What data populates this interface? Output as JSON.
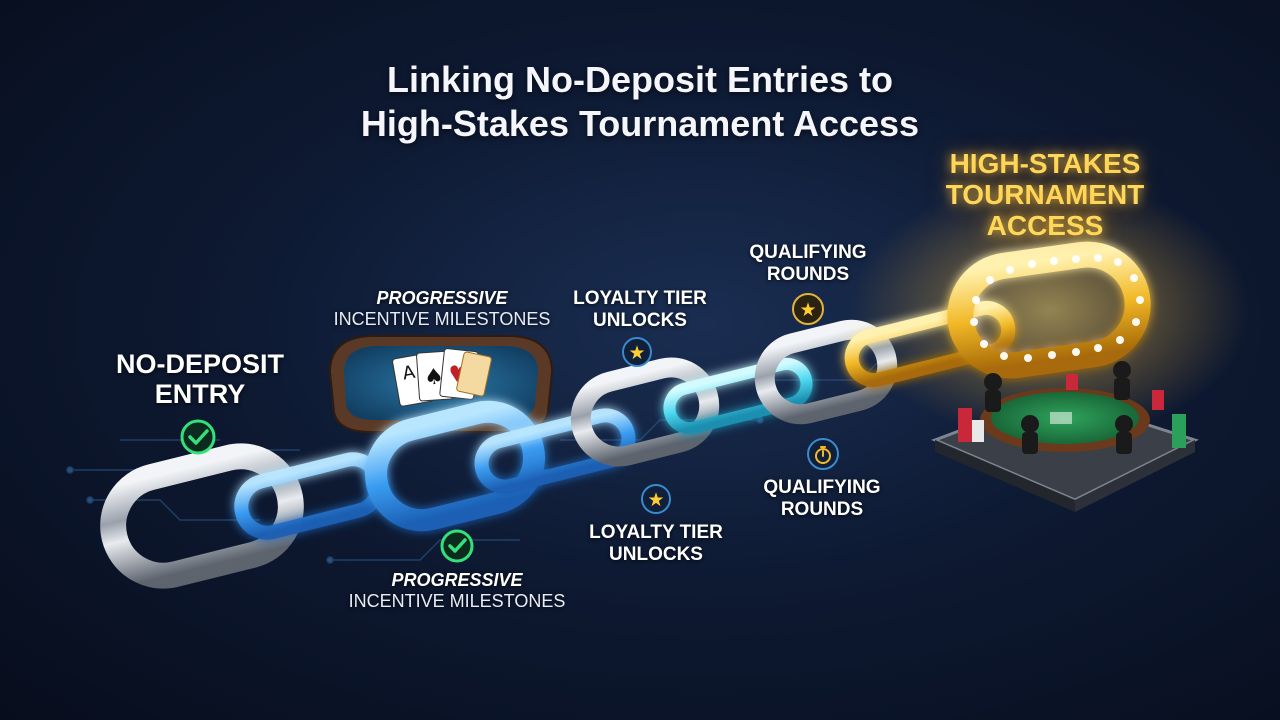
{
  "title": {
    "line1": "Linking No-Deposit Entries to",
    "line2": "High-Stakes Tournament Access"
  },
  "stages": {
    "no_deposit": {
      "line1": "NO-DEPOSIT",
      "line2": "ENTRY",
      "icon": "check-icon"
    },
    "progressive_top": {
      "main": "PROGRESSIVE",
      "sub": "INCENTIVE MILESTONES"
    },
    "progressive_bottom": {
      "main": "PROGRESSIVE",
      "sub": "INCENTIVE MILESTONES",
      "icon": "check-icon"
    },
    "loyalty_top": {
      "line1": "LOYALTY TIER",
      "line2": "UNLOCKS",
      "icon": "star-icon"
    },
    "loyalty_bottom": {
      "line1": "LOYALTY TIER",
      "line2": "UNLOCKS",
      "icon": "star-icon"
    },
    "qualifying_top": {
      "line1": "QUALIFYING",
      "line2": "ROUNDS",
      "icon": "star-icon"
    },
    "qualifying_bottom": {
      "line1": "QUALIFYING",
      "line2": "ROUNDS",
      "icon": "stopwatch-icon"
    },
    "high_stakes": {
      "line1": "HIGH-STAKES",
      "line2": "TOURNAMENT",
      "line3": "ACCESS"
    }
  },
  "colors": {
    "chrome": "#c9ced6",
    "blue_glow": "#4fb6ff",
    "cyan_glow": "#5fe6ff",
    "gold": "#ffcc33",
    "check_green": "#33e07a",
    "felt_green": "#1f8a4a",
    "felt_blue": "#1c5b86"
  }
}
